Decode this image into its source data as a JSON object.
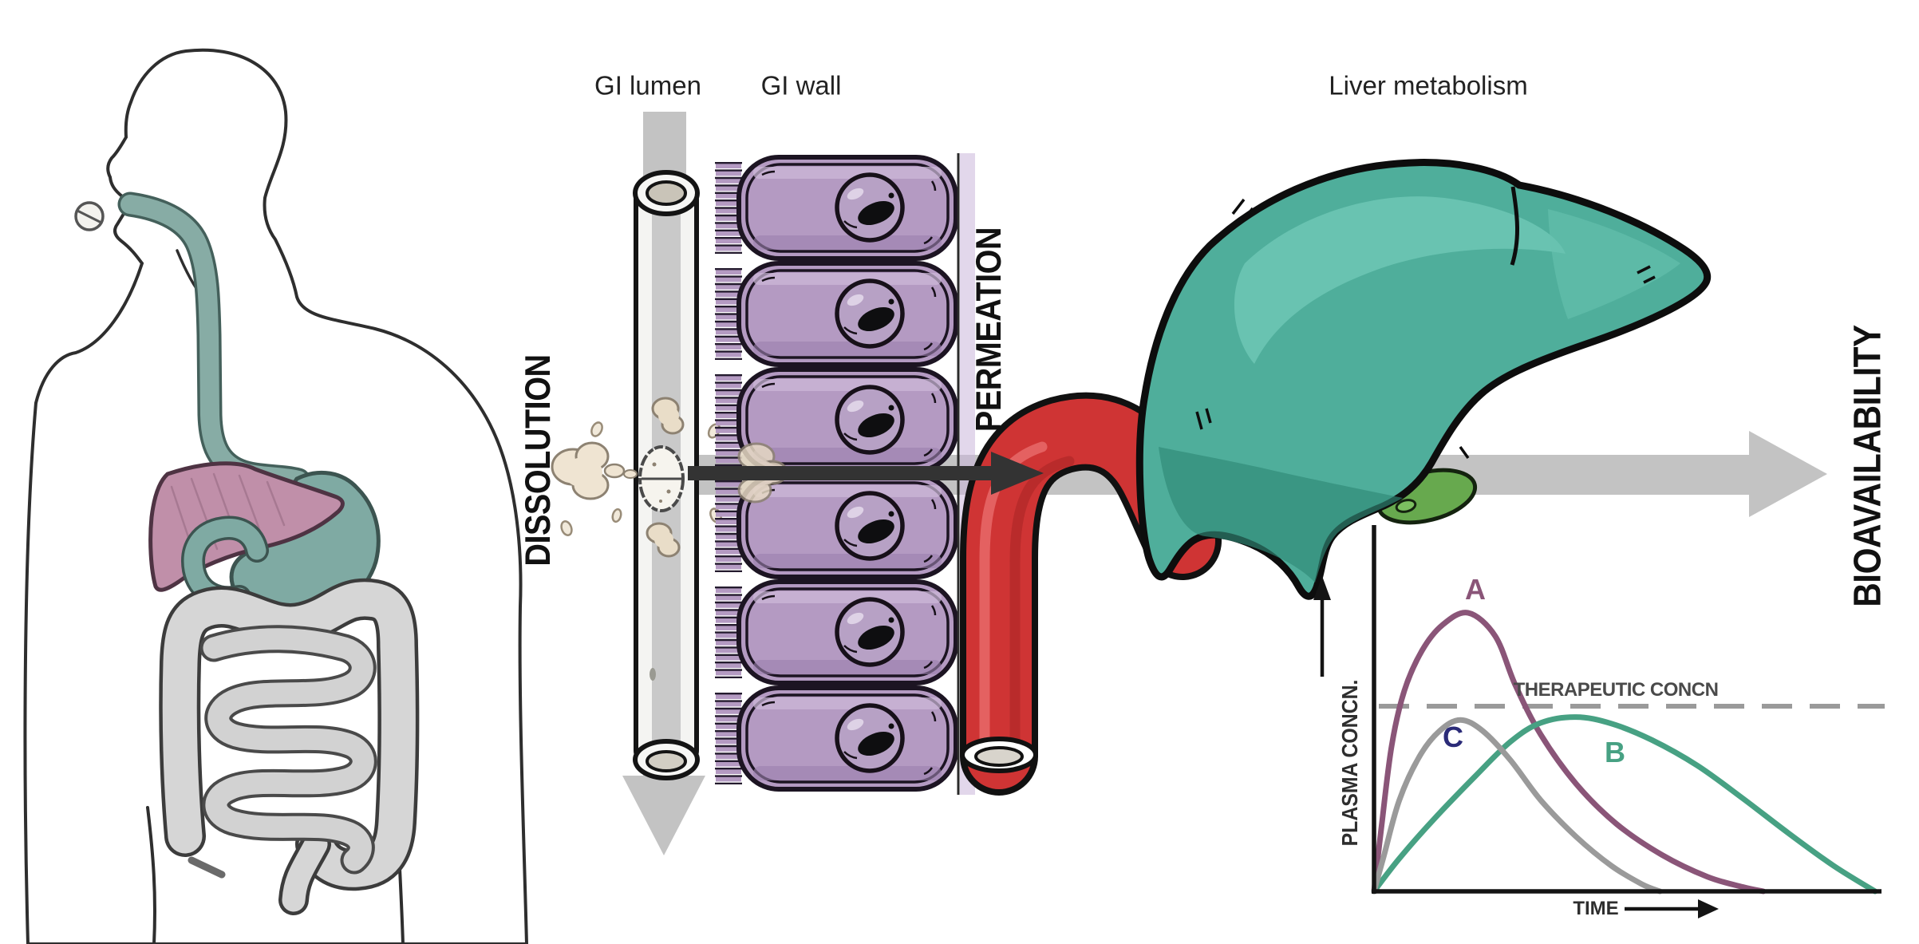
{
  "labels": {
    "gi_lumen": "GI lumen",
    "gi_wall": "GI wall",
    "liver_metabolism": "Liver metabolism",
    "dissolution": "DISSOLUTION",
    "permeation": "PERMEATION",
    "bioavailability": "BIOAVAILABILITY"
  },
  "colors": {
    "flow_arrow_gray": "#c3c3c3",
    "drug_arrow_dark": "#333333",
    "vessel_red": "#cf3434",
    "liver_teal": "#4fae9b",
    "gallbladder_green": "#67a94e",
    "cell_purple": "#b49ac2",
    "body_liver_mauve": "#c08fa9",
    "organ_teal": "#7faaa3",
    "intestine_gray": "#d6d6d6",
    "threshold_gray": "#9a9a9a"
  },
  "chart_data": {
    "type": "line",
    "title": "",
    "xlabel": "TIME",
    "ylabel": "PLASMA CONCN.",
    "threshold_label": "THERAPEUTIC CONCN",
    "threshold_level": 0.508,
    "x_range": [
      0,
      1
    ],
    "y_range": [
      0,
      1
    ],
    "grid": false,
    "legend_position": "inline-labels",
    "series": [
      {
        "name": "A",
        "color": "#8a5578",
        "label_color": "#8a5578",
        "label_at": [
          0.2,
          0.8
        ],
        "points": [
          [
            0,
            0
          ],
          [
            0.015,
            0.18
          ],
          [
            0.035,
            0.4
          ],
          [
            0.06,
            0.55
          ],
          [
            0.095,
            0.66
          ],
          [
            0.135,
            0.73
          ],
          [
            0.186,
            0.764
          ],
          [
            0.24,
            0.7
          ],
          [
            0.28,
            0.565
          ],
          [
            0.33,
            0.43
          ],
          [
            0.4,
            0.295
          ],
          [
            0.48,
            0.185
          ],
          [
            0.57,
            0.1
          ],
          [
            0.66,
            0.04
          ],
          [
            0.73,
            0.012
          ],
          [
            0.771,
            0
          ]
        ]
      },
      {
        "name": "B",
        "color": "#47a183",
        "label_color": "#47a183",
        "label_at": [
          0.477,
          0.355
        ],
        "points": [
          [
            0,
            0
          ],
          [
            0.05,
            0.09
          ],
          [
            0.12,
            0.2
          ],
          [
            0.2,
            0.315
          ],
          [
            0.27,
            0.41
          ],
          [
            0.33,
            0.462
          ],
          [
            0.4,
            0.478
          ],
          [
            0.47,
            0.46
          ],
          [
            0.55,
            0.415
          ],
          [
            0.64,
            0.345
          ],
          [
            0.73,
            0.255
          ],
          [
            0.82,
            0.16
          ],
          [
            0.91,
            0.07
          ],
          [
            0.992,
            0
          ]
        ]
      },
      {
        "name": "C",
        "color": "#9a9a9a",
        "label_color": "#2b2b78",
        "label_at": [
          0.157,
          0.395
        ],
        "points": [
          [
            0,
            0
          ],
          [
            0.02,
            0.1
          ],
          [
            0.05,
            0.25
          ],
          [
            0.09,
            0.37
          ],
          [
            0.13,
            0.44
          ],
          [
            0.171,
            0.47
          ],
          [
            0.215,
            0.44
          ],
          [
            0.27,
            0.36
          ],
          [
            0.33,
            0.25
          ],
          [
            0.4,
            0.15
          ],
          [
            0.47,
            0.07
          ],
          [
            0.53,
            0.02
          ],
          [
            0.566,
            0
          ]
        ]
      }
    ]
  }
}
